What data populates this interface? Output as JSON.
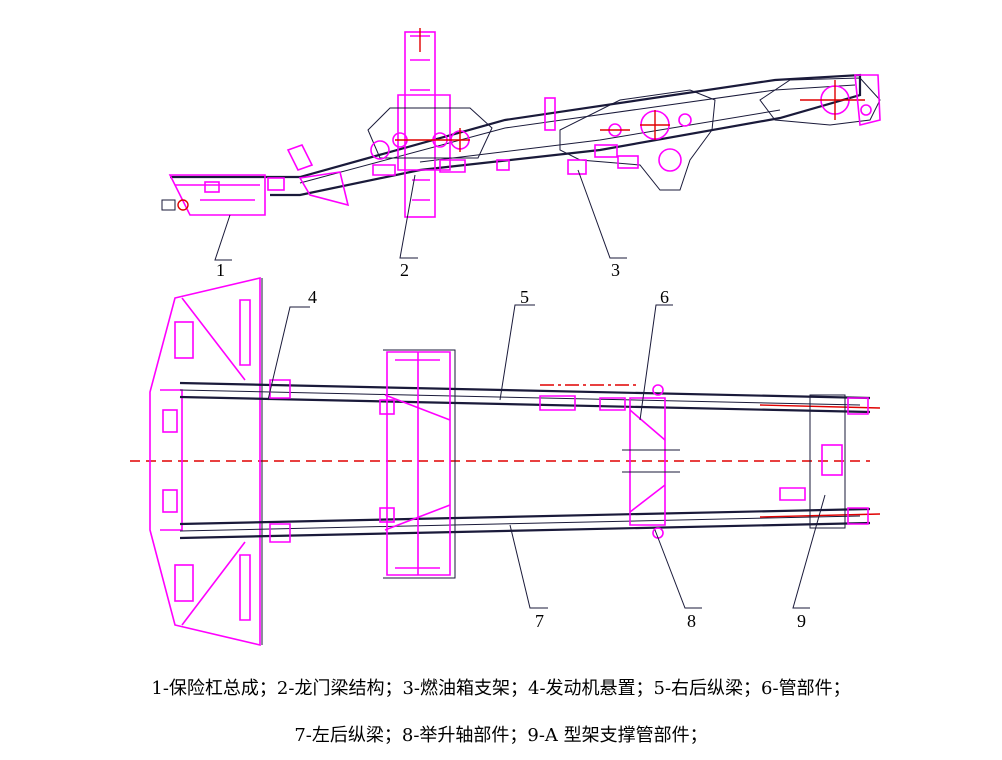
{
  "callouts": [
    {
      "id": "1",
      "text": "1"
    },
    {
      "id": "2",
      "text": "2"
    },
    {
      "id": "3",
      "text": "3"
    },
    {
      "id": "4",
      "text": "4"
    },
    {
      "id": "5",
      "text": "5"
    },
    {
      "id": "6",
      "text": "6"
    },
    {
      "id": "7",
      "text": "7"
    },
    {
      "id": "8",
      "text": "8"
    },
    {
      "id": "9",
      "text": "9"
    }
  ],
  "legend": {
    "line1": "1-保险杠总成；2-龙门梁结构；3-燃油箱支架；4-发动机悬置；5-右后纵梁；6-管部件；",
    "line2": "7-左后纵梁；8-举升轴部件；9-A 型架支撑管部件；"
  },
  "colors": {
    "structure": "#ff00ff",
    "outline": "#1a1a3a",
    "centerline": "#e00000"
  }
}
